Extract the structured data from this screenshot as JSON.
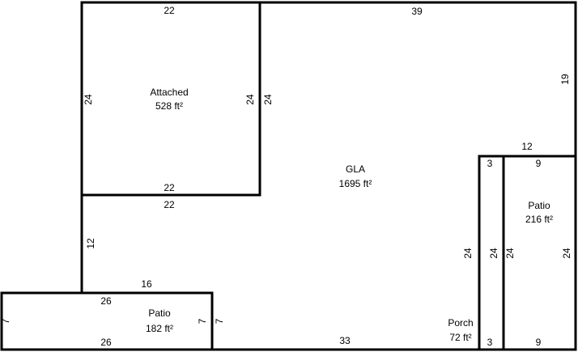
{
  "areas": {
    "attached": {
      "name": "Attached",
      "size": "528 ft²"
    },
    "gla": {
      "name": "GLA",
      "size": "1695 ft²"
    },
    "patio_right": {
      "name": "Patio",
      "size": "216 ft²"
    },
    "patio_left": {
      "name": "Patio",
      "size": "182 ft²"
    },
    "porch": {
      "name": "Porch",
      "size": "72 ft²"
    }
  },
  "dimensions": {
    "attached_top": "22",
    "attached_left": "24",
    "attached_right": "24",
    "attached_bottom": "22",
    "gla_top": "39",
    "gla_right_upper": "19",
    "gla_inner_top": "12",
    "gla_under_attached": "22",
    "gla_attached_side": "24",
    "gla_left_lower": "12",
    "gla_step": "16",
    "gla_bottom": "33",
    "gla_porch_side": "24",
    "porch_top": "3",
    "porch_bottom": "3",
    "porch_left": "24",
    "porch_right": "24",
    "patio_right_top": "9",
    "patio_right_bottom": "9",
    "patio_right_left": "24",
    "patio_right_right": "24",
    "patio_left_top": "26",
    "patio_left_bottom": "26",
    "patio_left_left": "7",
    "patio_left_right": "7"
  }
}
